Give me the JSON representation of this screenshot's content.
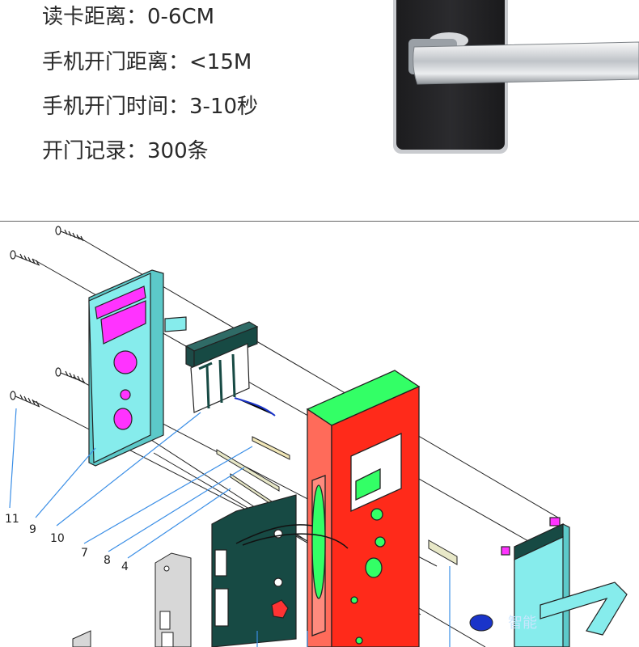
{
  "specs": [
    {
      "label": "读卡距离：",
      "value": "0-6CM"
    },
    {
      "label": "手机开门距离：",
      "value": "<15M"
    },
    {
      "label": "手机开门时间：",
      "value": "3-10秒"
    },
    {
      "label": "开门记录：",
      "value": "300条"
    }
  ],
  "callouts": [
    "11",
    "9",
    "10",
    "7",
    "8",
    "4"
  ],
  "watermark": "智能",
  "colors": {
    "lock_body_red": "#ff2a1a",
    "front_panel_cyan": "#86ecec",
    "highlight_magenta": "#ff33ff",
    "mortise_dark": "#174a44",
    "leader_blue": "#3a8ee6",
    "green_face": "#33ff66"
  }
}
